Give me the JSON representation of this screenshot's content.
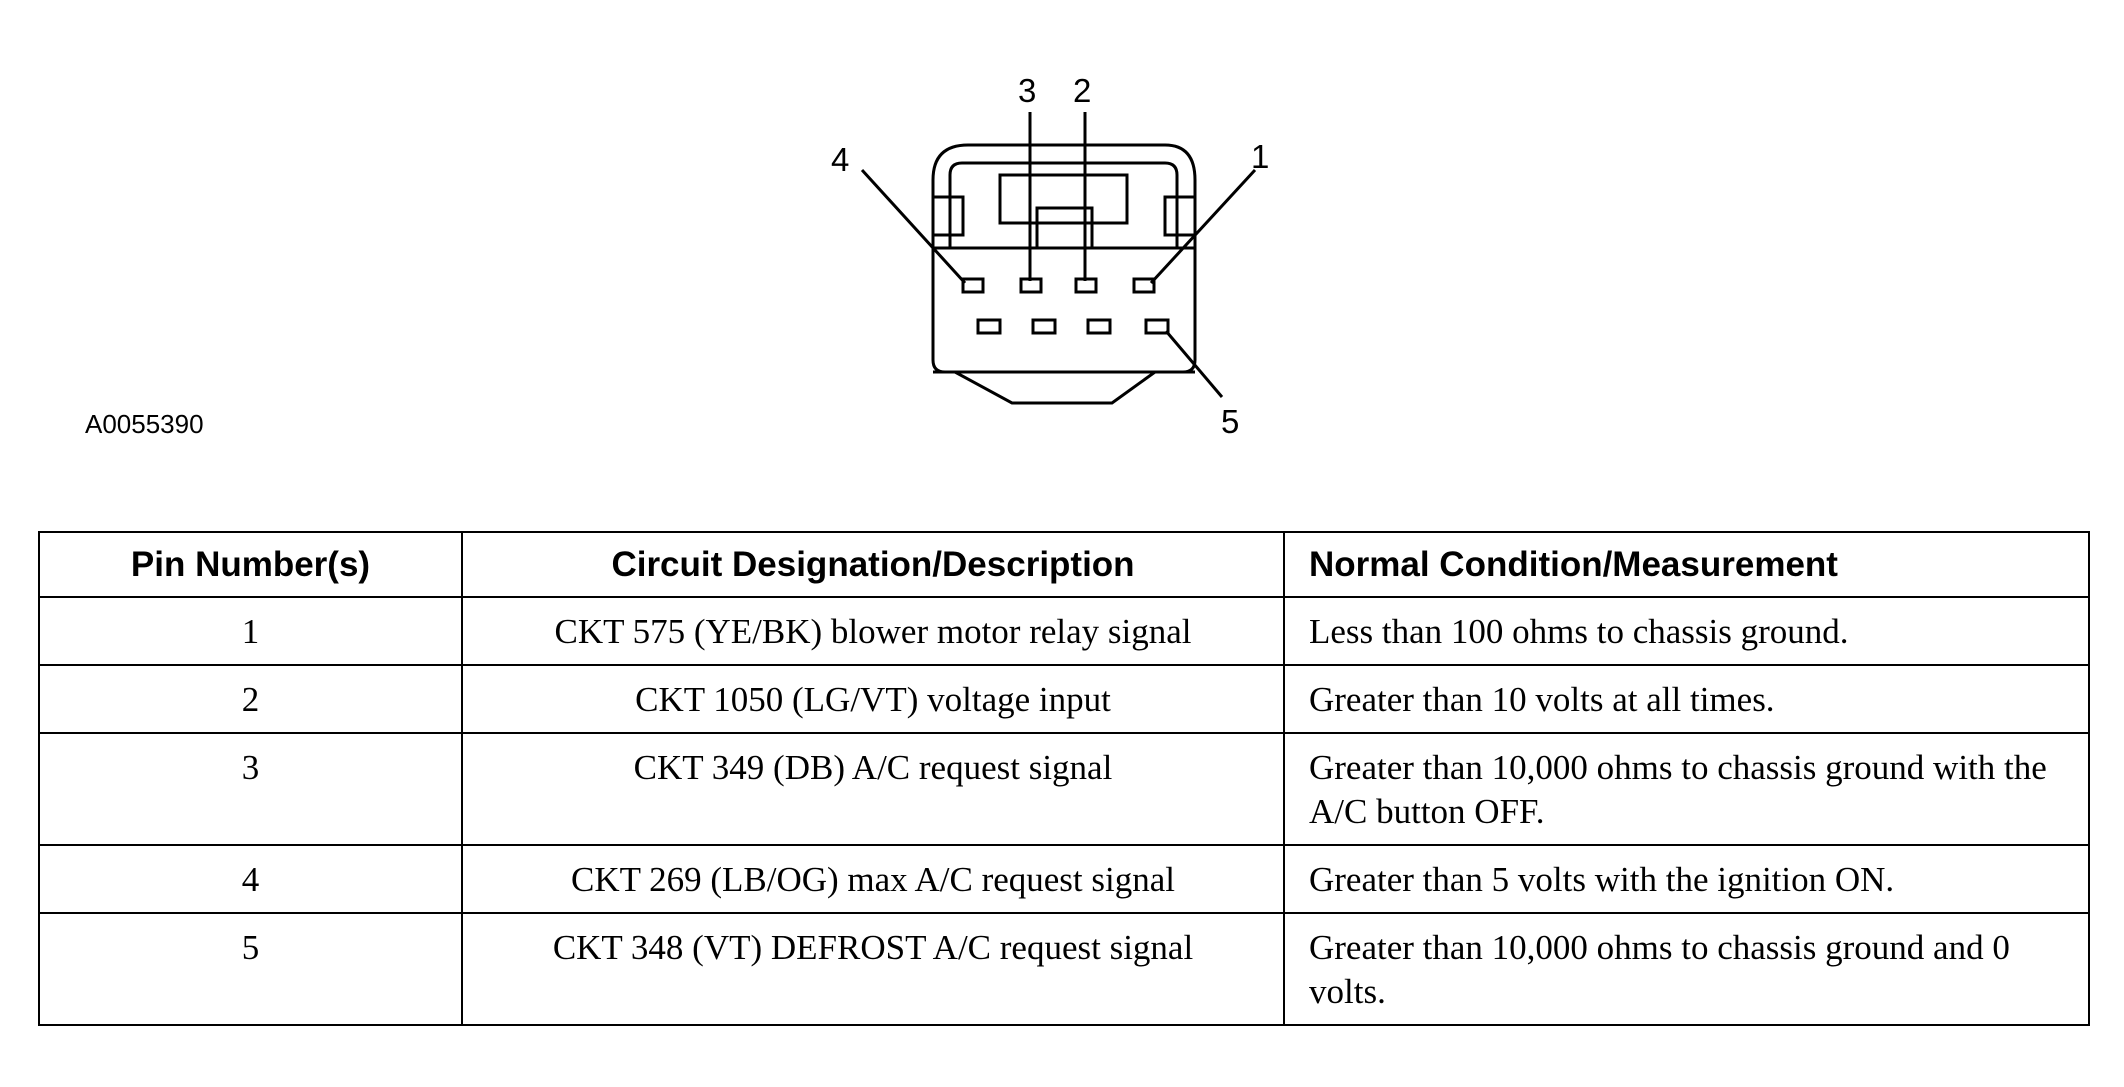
{
  "figure": {
    "id": "A0055390",
    "pin_labels": {
      "pin1": "1",
      "pin2": "2",
      "pin3": "3",
      "pin4": "4",
      "pin5": "5"
    }
  },
  "table": {
    "headers": {
      "pin": "Pin Number(s)",
      "circuit": "Circuit Designation/Description",
      "condition": "Normal Condition/Measurement"
    },
    "rows": [
      {
        "pin": "1",
        "circuit": "CKT 575 (YE/BK) blower motor relay signal",
        "condition": "Less than 100 ohms to chassis ground."
      },
      {
        "pin": "2",
        "circuit": "CKT 1050 (LG/VT) voltage input",
        "condition": "Greater than 10 volts at all times."
      },
      {
        "pin": "3",
        "circuit": "CKT 349 (DB) A/C request signal",
        "condition": "Greater than 10,000 ohms to chassis ground with the A/C button OFF."
      },
      {
        "pin": "4",
        "circuit": "CKT 269 (LB/OG) max A/C request signal",
        "condition": "Greater than 5 volts with the ignition ON."
      },
      {
        "pin": "5",
        "circuit": "CKT 348 (VT) DEFROST A/C request signal",
        "condition": "Greater than 10,000 ohms to chassis ground and 0 volts."
      }
    ]
  }
}
